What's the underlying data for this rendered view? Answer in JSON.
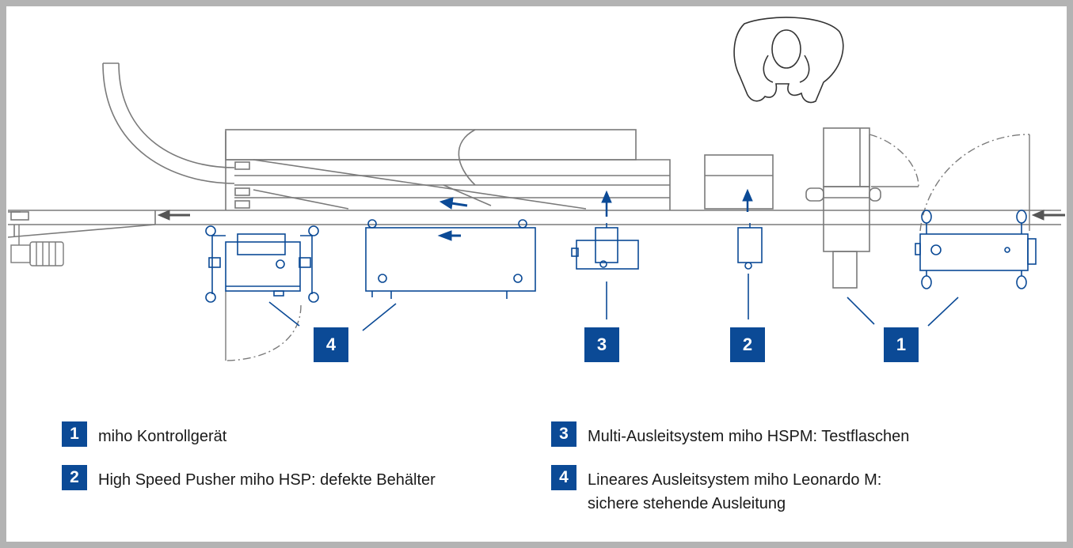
{
  "colors": {
    "line_gray": "#7a7a7a",
    "blue": "#0b4a96",
    "frame": "#b3b3b3"
  },
  "icons": [
    "operator-icon",
    "flow-arrow-icon",
    "motor-icon"
  ],
  "callouts": {
    "c1": "1",
    "c2": "2",
    "c3": "3",
    "c4": "4"
  },
  "legend": {
    "item1": {
      "num": "1",
      "text": "miho Kontrollgerät"
    },
    "item2": {
      "num": "2",
      "text": "High Speed Pusher miho HSP: defekte Behälter"
    },
    "item3": {
      "num": "3",
      "text": "Multi-Ausleitsystem miho HSPM: Testflaschen"
    },
    "item4": {
      "num": "4",
      "text_line1": "Lineares Ausleitsystem miho Leonardo M:",
      "text_line2": "sichere stehende Ausleitung"
    }
  }
}
